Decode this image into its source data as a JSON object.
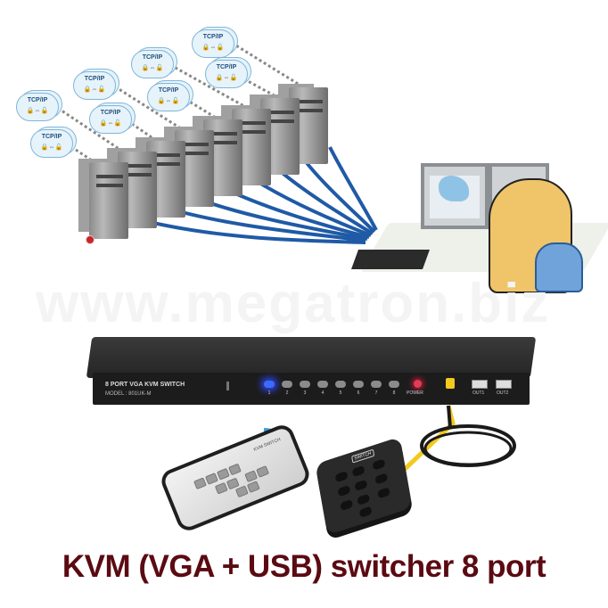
{
  "illustration": {
    "cloud_labels": [
      "TCP/IP",
      "TCP/IP",
      "TCP/IP",
      "TCP/IP",
      "TCP/IP",
      "TCP/IP",
      "TCP/IP",
      "TCP/IP"
    ],
    "cloud_icon_text": "🔒⇔🔓",
    "computer_count": 8,
    "cable_color": "#1f5aa6",
    "port_led_color": "#c2272d"
  },
  "watermark": "www.megatron.biz",
  "kvm_switch": {
    "title": "8 PORT VGA KVM SWITCH",
    "model": "MODEL : 801UK-M",
    "port_buttons": [
      "1",
      "2",
      "3",
      "4",
      "5",
      "6",
      "7",
      "8"
    ],
    "active_port": "1",
    "power_label": "POWER",
    "usb_ports": [
      "OUT1",
      "OUT2"
    ],
    "active_color": "#3a6bff",
    "power_color": "#e23c58"
  },
  "remote": {
    "label": "KVM SWITCH"
  },
  "keypad": {
    "label": "SWITCH"
  },
  "caption": "KVM (VGA + USB) switcher 8 port",
  "caption_color": "#5b0a12"
}
